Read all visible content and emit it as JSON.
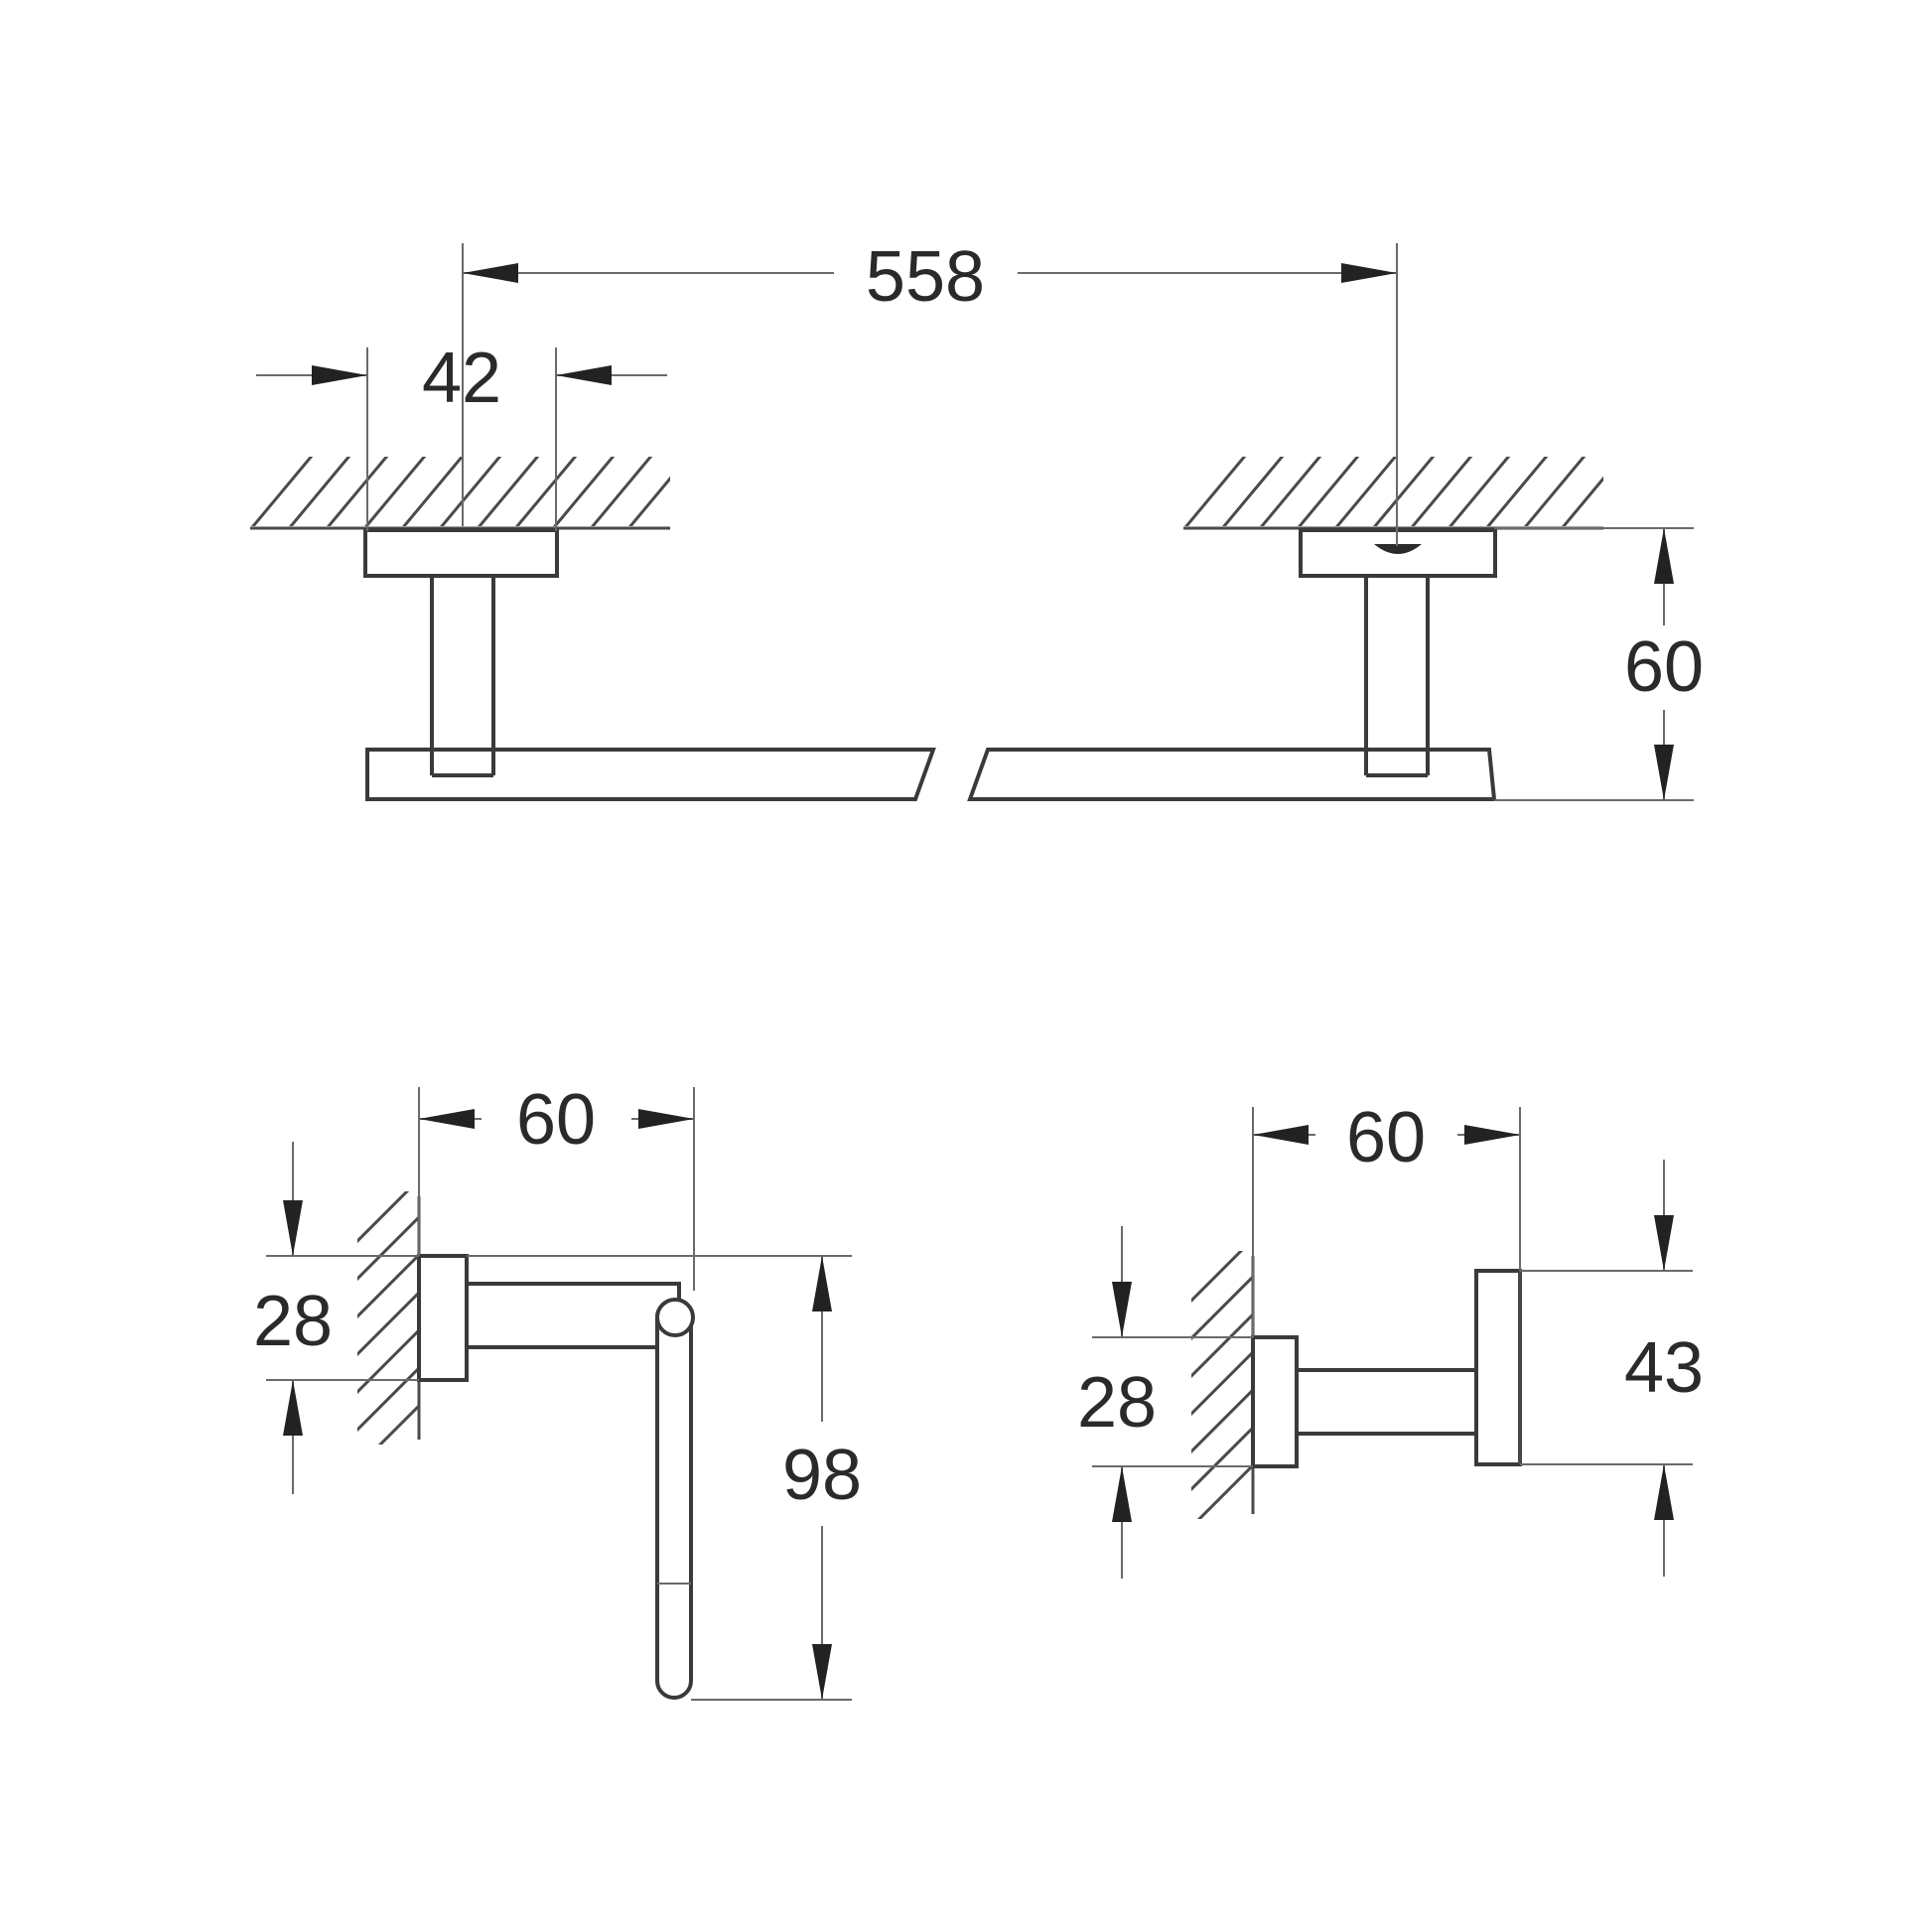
{
  "figure": {
    "views": {
      "top_view": {
        "overall_width": "558",
        "bracket_width": "42",
        "projection": "60"
      },
      "paper_holder_side": {
        "depth": "60",
        "mount_height": "28",
        "total_height": "98"
      },
      "hook_side": {
        "depth": "60",
        "mount_height": "28",
        "head_height": "43"
      }
    }
  }
}
